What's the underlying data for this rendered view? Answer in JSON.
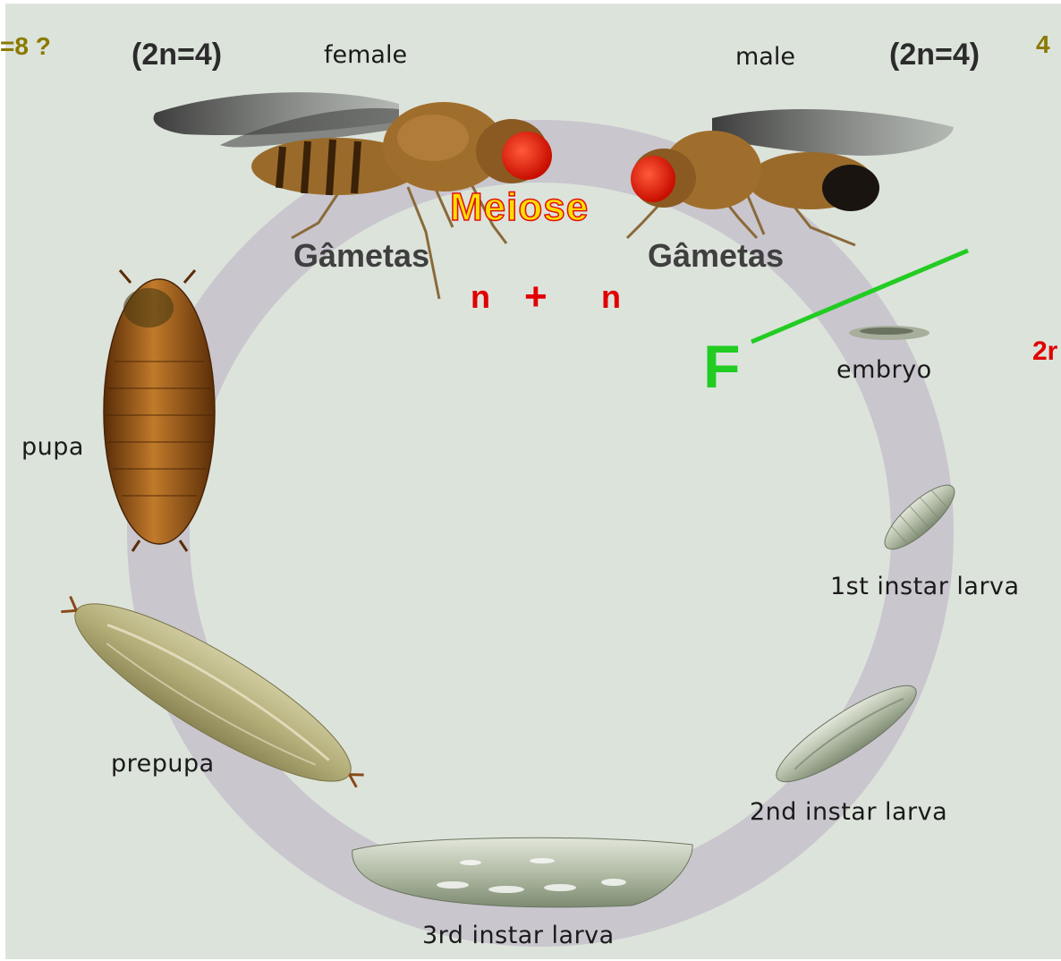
{
  "corner_left": "=8 ?",
  "corner_right": "4",
  "edge_right": "2r",
  "female": {
    "ploidy": "(2n=4)",
    "label": "female"
  },
  "male": {
    "label": "male",
    "ploidy": "(2n=4)"
  },
  "meiosis": "Meiose",
  "gametes_left": "Gâmetas",
  "gametes_right": "Gâmetas",
  "fusion": {
    "left": "n",
    "plus": "+",
    "right": "n"
  },
  "fertilization_letter": "F",
  "stages": {
    "embryo": "embryo",
    "larva1": "1st instar larva",
    "larva2": "2nd instar larva",
    "larva3": "3rd instar larva",
    "prepupa": "prepupa",
    "pupa": "pupa"
  },
  "colors": {
    "background": "#dce3db",
    "ring": "#c9c6ce",
    "haploid_red": "#e00000",
    "fertilization_green": "#22cc22",
    "meiosis_fill": "#ffdd00",
    "meiosis_outline": "#e01010",
    "ploidy_olive": "#8a7a00"
  },
  "icons": [
    "female-fly-icon",
    "male-fly-icon",
    "embryo-icon",
    "first-instar-larva-icon",
    "second-instar-larva-icon",
    "third-instar-larva-icon",
    "prepupa-icon",
    "pupa-icon"
  ]
}
